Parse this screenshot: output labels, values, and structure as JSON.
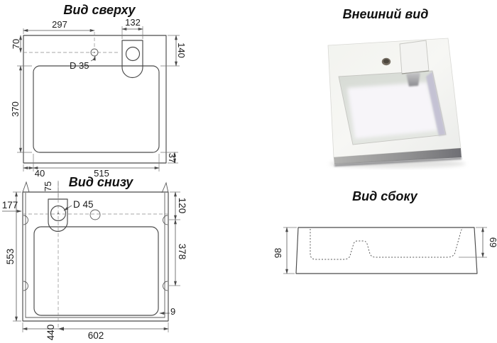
{
  "document_type": "sink technical drawing",
  "views": {
    "top_view": {
      "title": "Вид сверху",
      "dimensions": {
        "faucet_offset_x": "297",
        "overflow_width": "132",
        "faucet_offset_y": "70",
        "overflow_depth": "140",
        "faucet_hole_diameter": "D 35",
        "basin_depth": "370",
        "left_margin": "40",
        "basin_width": "515",
        "bottom_margin": "37"
      }
    },
    "external_view": {
      "title": "Внешний вид"
    },
    "bottom_view": {
      "title": "Вид снизу",
      "dimensions": {
        "drain_offset": "75",
        "side_note": "177",
        "drain_hole_diameter": "D 45",
        "mount_hole_top": "120",
        "mount_hole_spacing": "378",
        "total_depth": "553",
        "wall_gap": "9",
        "drain_to_edge": "440",
        "total_width": "602"
      }
    },
    "side_view": {
      "title": "Вид сбоку",
      "dimensions": {
        "total_height": "98",
        "inner_depth": "69"
      }
    }
  },
  "colors": {
    "background": "#ffffff",
    "outline": "#4a4a4a",
    "dimension_line": "#555555",
    "text": "#1c1c1c",
    "sink_surface": "#f5f5f2",
    "sink_shadow": "#77777a",
    "basin_wall_right": "#c2bfd3"
  }
}
